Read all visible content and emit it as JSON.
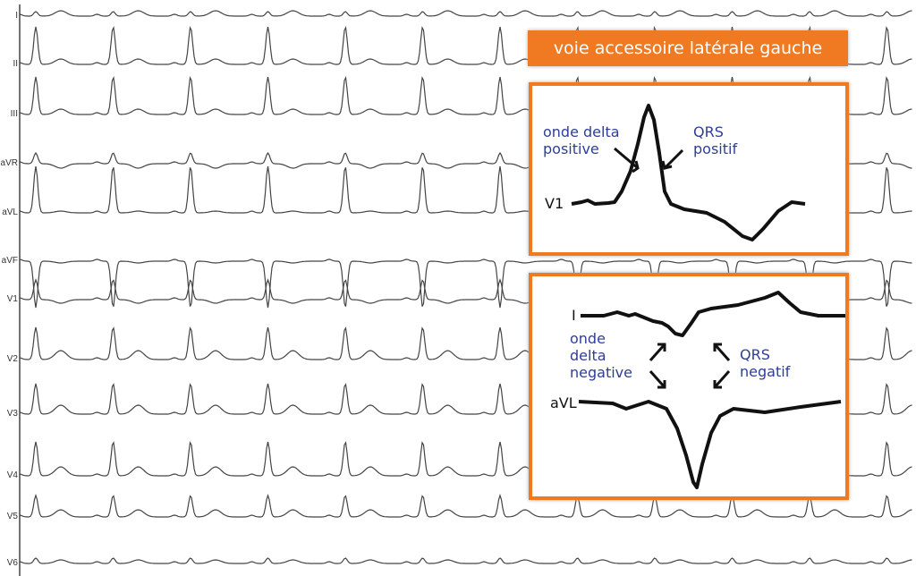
{
  "leads": [
    "I",
    "II",
    "III",
    "aVR",
    "aVL",
    "aVF",
    "V1",
    "V2",
    "V3",
    "V4",
    "V5",
    "V6"
  ],
  "title": "voie accessoire latérale gauche",
  "inset_v1": {
    "lead": "V1",
    "delta_label": [
      "onde delta",
      "positive"
    ],
    "qrs_label": [
      "QRS",
      "positif"
    ]
  },
  "inset_i_avl": {
    "lead_top": "I",
    "lead_bottom": "aVL",
    "delta_label": [
      "onde",
      "delta",
      "negative"
    ],
    "qrs_label": [
      "QRS",
      "negatif"
    ]
  },
  "colors": {
    "accent": "#ef7a22",
    "annotation": "#2e3e96",
    "trace": "#444444"
  }
}
